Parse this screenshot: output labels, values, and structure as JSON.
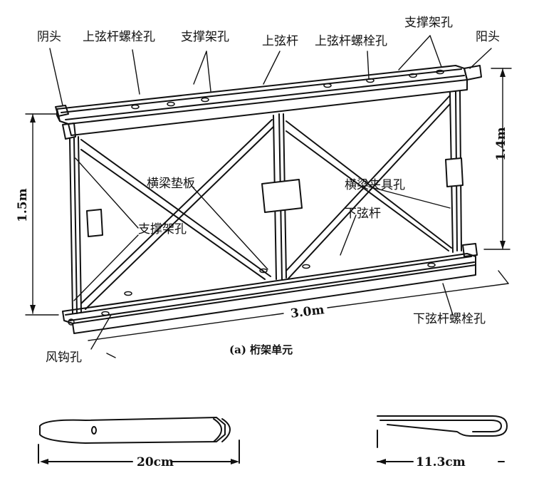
{
  "labels": {
    "female_head": "阴头",
    "top_chord_bolt_hole_left": "上弦杆螺栓孔",
    "brace_hole_top_left": "支撑架孔",
    "top_chord": "上弦杆",
    "top_chord_bolt_hole_right": "上弦杆螺栓孔",
    "brace_hole_top_right": "支撑架孔",
    "male_head": "阳头",
    "transom_pad": "横梁垫板",
    "transom_clamp_hole": "横梁夹具孔",
    "bottom_chord": "下弦杆",
    "brace_hole_mid": "支撑架孔",
    "bottom_chord_bolt_hole": "下弦杆螺栓孔",
    "wind_hook_hole": "风钩孔"
  },
  "dimensions": {
    "height_left": "1.5m",
    "height_right": "1.4m",
    "length": "3.0m",
    "pin_length": "20cm",
    "clip_length": "11.3cm"
  },
  "caption": "(a) 桁架单元",
  "colors": {
    "ink": "#111111",
    "paper": "#ffffff",
    "pad": "#ffffff"
  }
}
